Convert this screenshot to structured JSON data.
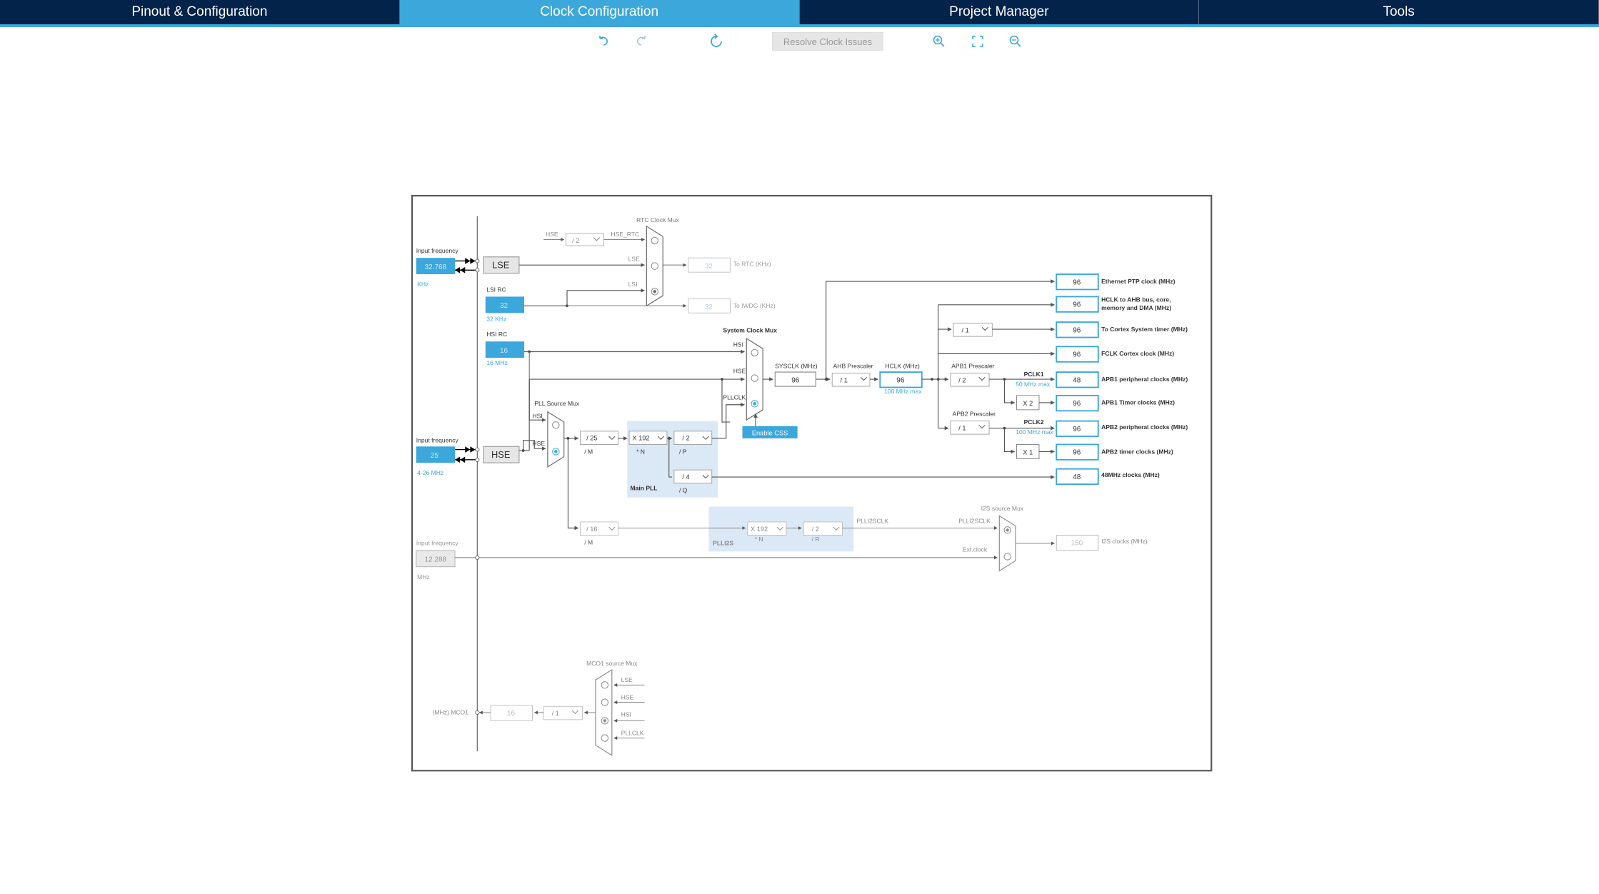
{
  "tabs": [
    "Pinout & Configuration",
    "Clock Configuration",
    "Project Manager",
    "Tools"
  ],
  "toolbar": {
    "resolve_label": "Resolve Clock Issues",
    "icons": [
      "undo-icon",
      "redo-icon",
      "refresh-icon",
      "zoom-in-icon",
      "fit-screen-icon",
      "zoom-out-icon"
    ]
  },
  "colors": {
    "header": "#03234b",
    "accent": "#3ba7da",
    "pll_bg": "#dbe8f5"
  },
  "lse": {
    "input_label": "Input frequency",
    "value": "32.768",
    "unit": "KHz",
    "box": "LSE"
  },
  "lsi": {
    "title": "LSI RC",
    "value": "32",
    "unit": "32 KHz"
  },
  "hsi": {
    "title": "HSI RC",
    "value": "16",
    "unit": "16 MHz"
  },
  "hse": {
    "input_label": "Input frequency",
    "value": "25",
    "unit": "4-26 MHz",
    "box": "HSE"
  },
  "ext": {
    "input_label": "Input frequency",
    "value": "12.288",
    "unit": "MHz"
  },
  "rtc": {
    "title": "RTC Clock Mux",
    "hse_label": "HSE",
    "div": "/ 2",
    "hse_rtc": "HSE_RTC",
    "lse_label": "LSE",
    "lsi_label": "LSI",
    "out_rtc": "32",
    "out_rtc_label": "To RTC (KHz)",
    "out_iwdg": "32",
    "out_iwdg_label": "To IWDG (KHz)"
  },
  "sysmux": {
    "title": "System Clock Mux",
    "hsi": "HSI",
    "hse": "HSE",
    "pllclk": "PLLCLK",
    "css_button": "Enable CSS"
  },
  "pllsrc": {
    "title": "PLL Source Mux",
    "hsi": "HSI",
    "hse": "HSE"
  },
  "pll": {
    "m": "/ 25",
    "m_label": "/ M",
    "n": "X 192",
    "n_label": "* N",
    "p": "/ 2",
    "p_label": "/ P",
    "q": "/ 4",
    "q_label": "/ Q",
    "title": "Main PLL"
  },
  "sysclk": {
    "label": "SYSCLK (MHz)",
    "value": "96"
  },
  "ahb": {
    "label": "AHB Prescaler",
    "value": "/ 1"
  },
  "hclk": {
    "label": "HCLK (MHz)",
    "value": "96",
    "max": "100 MHz max"
  },
  "apb1": {
    "label": "APB1 Prescaler",
    "value": "/ 2",
    "pclk": "PCLK1",
    "pclk_max": "50 MHz max",
    "timer_mult": "X 2"
  },
  "apb2": {
    "label": "APB2 Prescaler",
    "value": "/ 1",
    "pclk": "PCLK2",
    "pclk_max": "100 MHz max",
    "timer_mult": "X 1"
  },
  "cortex_div": "/ 1",
  "outputs": [
    {
      "value": "96",
      "label": "Ethernet PTP clock (MHz)"
    },
    {
      "value": "96",
      "label": "HCLK to AHB bus, core,",
      "label2": "memory and DMA (MHz)"
    },
    {
      "value": "96",
      "label": "To Cortex System timer (MHz)"
    },
    {
      "value": "96",
      "label": "FCLK Cortex clock (MHz)"
    },
    {
      "value": "48",
      "label": "APB1 peripheral clocks (MHz)"
    },
    {
      "value": "96",
      "label": "APB1 Timer clocks (MHz)"
    },
    {
      "value": "96",
      "label": "APB2 peripheral clocks (MHz)"
    },
    {
      "value": "96",
      "label": "APB2 timer clocks (MHz)"
    },
    {
      "value": "48",
      "label": "48MHz clocks (MHz)"
    }
  ],
  "plli2s": {
    "m": "/ 16",
    "m_label": "/ M",
    "n": "X 192",
    "n_label": "* N",
    "r": "/ 2",
    "r_label": "/ R",
    "title": "PLLI2S",
    "clk": "PLLI2SCLK"
  },
  "i2s": {
    "title": "I2S source Mux",
    "in1": "PLLI2SCLK",
    "in2": "Ext.clock",
    "out": "150",
    "out_label": "I2S clocks (MHz)"
  },
  "mco1": {
    "title": "MCO1 source Mux",
    "inputs": [
      "LSE",
      "HSE",
      "HSI",
      "PLLCLK"
    ],
    "div": "/ 1",
    "value": "16",
    "label": "(MHz) MCO1"
  }
}
